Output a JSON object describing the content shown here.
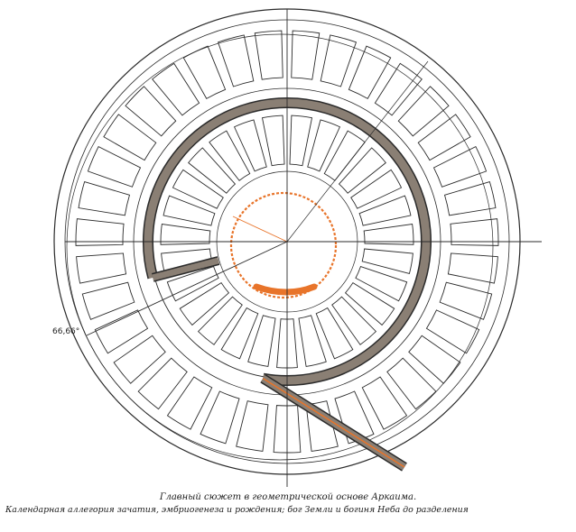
{
  "diagram": {
    "angle_label": "66,66°",
    "caption_line1": "Главный сюжет в геометрической основе Аркаима.",
    "caption_line2": "Календарная аллегория зачатия, эмбриогенеза и рождения; бог Земли и богиня Неба до разделения",
    "inner_rooms": 27,
    "outer_rooms": 35
  },
  "colors": {
    "ink": "#2b2b2b",
    "wall_fill": "#8a7f74",
    "accent": "#e8742a",
    "paper": "#ffffff"
  }
}
